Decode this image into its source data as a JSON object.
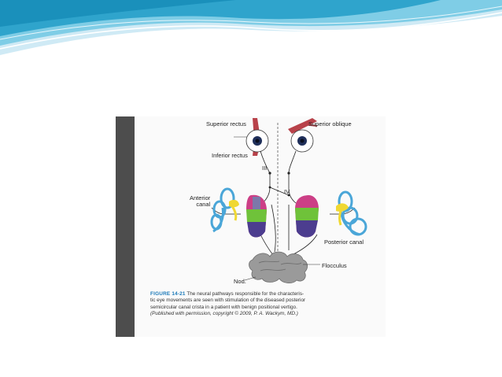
{
  "diagram": {
    "labels": {
      "superior_rectus": "Superior rectus",
      "superior_oblique": "Superior oblique",
      "inferior_rectus": "Inferior rectus",
      "nerve_iii": "III",
      "nerve_iv": "IV",
      "anterior_canal": "Anterior\ncanal",
      "posterior_canal": "Posterior canal",
      "flocculus": "Flocculus",
      "nod": "Nod."
    },
    "colors": {
      "muscle": "#b8424a",
      "eye_iris": "#1f2f5a",
      "canal_blue": "#4aa6d8",
      "ampulla_yellow": "#f0d832",
      "nucleus_pink": "#cc3f86",
      "nucleus_green": "#6fc23a",
      "nucleus_purple": "#4c3d8f",
      "cerebellum_gray": "#9a9a9a"
    }
  },
  "caption": {
    "figure_label": "FIGURE 14-21",
    "line1_rest": "The neural pathways responsible for the characteris-",
    "line2": "tic eye movements are seen with stimulation of the diseased posterior",
    "line3": "semicircular canal crista in a patient with benign positional vertigo.",
    "line4": "(Published with permission, copyright © 2009, P. A. Wackym, MD.)"
  },
  "theme": {
    "banner_colors": [
      "#bfe4f2",
      "#5dc1df",
      "#1f9dc4"
    ],
    "frame_bar": "#4d4d4d",
    "caption_label_color": "#1b79b8"
  }
}
